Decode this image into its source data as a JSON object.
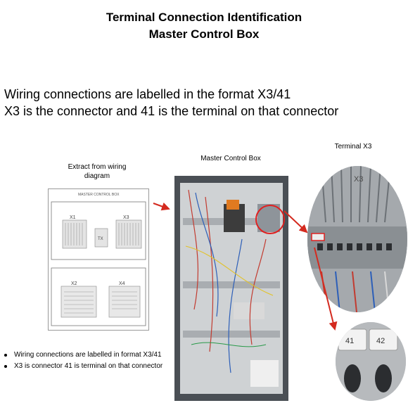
{
  "title": {
    "line1": "Terminal Connection Identification",
    "line2": "Master Control Box"
  },
  "intro": {
    "line1": "Wiring connections are labelled in the format X3/41",
    "line2": "X3 is the connector and 41 is the terminal on that connector"
  },
  "captions": {
    "extract": "Extract from wiring diagram",
    "master": "Master Control Box",
    "terminal": "Terminal X3"
  },
  "diagram": {
    "header": "MASTER CONTROL BOX",
    "labels": [
      "X1",
      "X3",
      "TX",
      "X2",
      "X4"
    ]
  },
  "zoom": {
    "connector": "X3",
    "terminals": [
      "41",
      "42"
    ]
  },
  "bullets": [
    "Wiring connections are labelled in format X3/41",
    "X3 is connector 41 is terminal on that connector"
  ],
  "colors": {
    "arrow": "#d42a1f",
    "highlight": "#e02020"
  }
}
